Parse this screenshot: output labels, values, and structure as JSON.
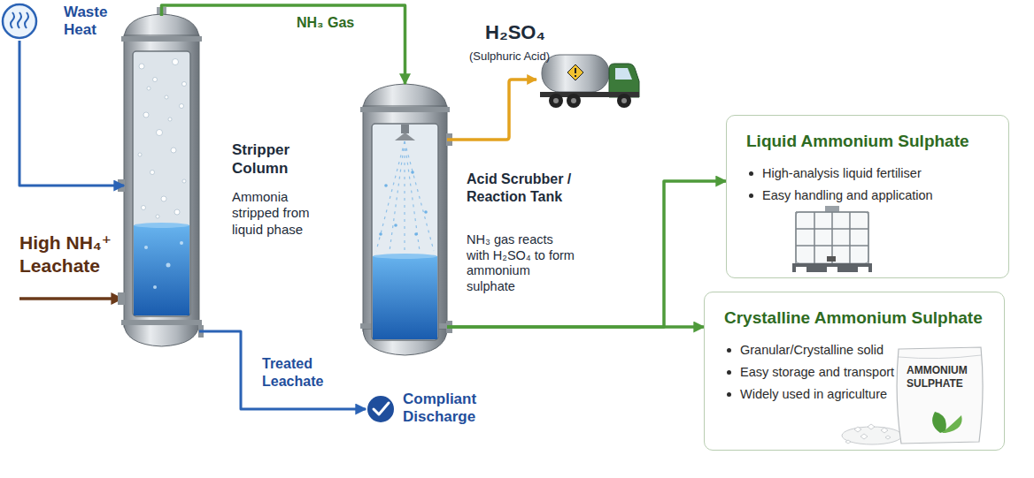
{
  "diagram": {
    "nodes": [
      {
        "text": [
          "Waste Heat"
        ]
      },
      {
        "text": [
          "Stripper Column",
          "Ammonia stripped from liquid phase"
        ]
      },
      {
        "text": [
          "Acid Scrubber / Reaction Tank",
          "NH₃ gas reacts with H₂SO₄ to form ammonium sulphate"
        ]
      },
      {
        "text": [
          "Liquid Ammonium Sulphate",
          "High-analysis liquid fertiliser",
          "Easy handling and application"
        ]
      },
      {
        "text": [
          "Crystalline Ammonium Sulphate",
          "Granular/Crystalline solid",
          "Easy storage and transport",
          "Widely used in agriculture"
        ]
      },
      {
        "text": [
          "Compliant Discharge"
        ]
      }
    ],
    "edges": [
      {
        "from": 0,
        "to": 1,
        "arrow": "to"
      },
      {
        "from": 1,
        "to": 2,
        "label": "NH₃ Gas",
        "arrow": "to"
      },
      {
        "from": 1,
        "to": 5,
        "label": "Treated Leachate",
        "arrow": "to"
      },
      {
        "from": 2,
        "to": 3,
        "arrow": "to"
      },
      {
        "from": 2,
        "to": 4,
        "arrow": "to"
      }
    ],
    "labels": [
      "High NH₄⁺ Leachate",
      "H₂SO₄",
      "(Sulphuric Acid)",
      "AMMONIUM SULPHATE"
    ]
  }
}
